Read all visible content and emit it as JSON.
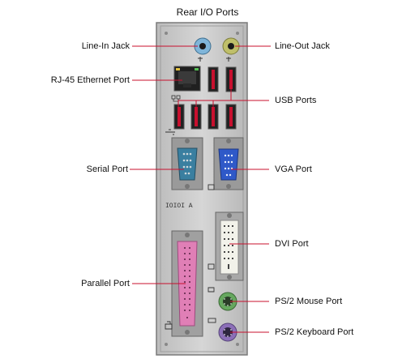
{
  "title": "Rear I/O Ports",
  "labels": {
    "line_in": "Line-In Jack",
    "line_out": "Line-Out Jack",
    "ethernet": "RJ-45 Ethernet Port",
    "usb": "USB Ports",
    "serial": "Serial Port",
    "vga": "VGA Port",
    "dvi": "DVI Port",
    "parallel": "Parallel Port",
    "ps2_mouse": "PS/2 Mouse Port",
    "ps2_keyboard": "PS/2 Keyboard Port"
  },
  "colors": {
    "line_in_jack": "#7fb5d9",
    "line_out_jack": "#bfbf6a",
    "vga_port": "#2f59c8",
    "serial_port": "#3a7fa0",
    "parallel_port": "#e07fb6",
    "ps2_mouse": "#66a85f",
    "ps2_keyboard": "#8c6fb8",
    "leader_line": "#c8102e"
  },
  "icons": {
    "audio_in": "audio-in-icon",
    "audio_out": "audio-out-icon",
    "network": "network-icon",
    "usb": "usb-icon",
    "monitor": "monitor-icon",
    "printer": "printer-icon",
    "mouse": "mouse-icon",
    "keyboard": "keyboard-icon"
  }
}
